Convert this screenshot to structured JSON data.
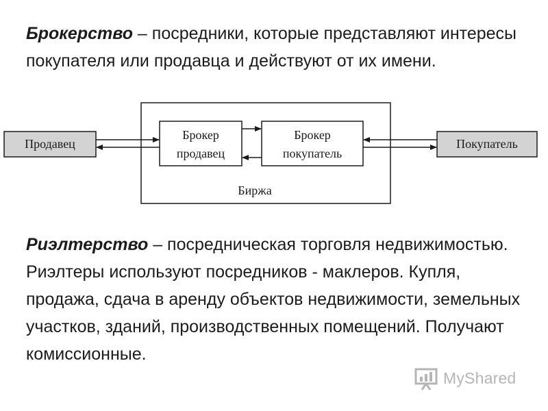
{
  "brokerage": {
    "term": "Брокерство",
    "definition": " – посредники, которые представляют интересы покупателя или продавца и действуют от их имени."
  },
  "diagram": {
    "seller": "Продавец",
    "buyer": "Покупатель",
    "broker_seller_line1": "Брокер",
    "broker_seller_line2": "продавец",
    "broker_buyer_line1": "Брокер",
    "broker_buyer_line2": "покупатель",
    "exchange": "Биржа"
  },
  "realty": {
    "term": "Риэлтерство",
    "definition": " – посредническая торговля недвижимостью. Риэлтеры используют посредников - маклеров. Купля, продажа, сдача в аренду объектов недвижимости, земельных участков, зданий, производственных помещений. Получают комиссионные."
  },
  "watermark": {
    "text": "MyShared"
  },
  "colors": {
    "gray_box": "#d3d3d3",
    "text": "#1c1c1c"
  }
}
